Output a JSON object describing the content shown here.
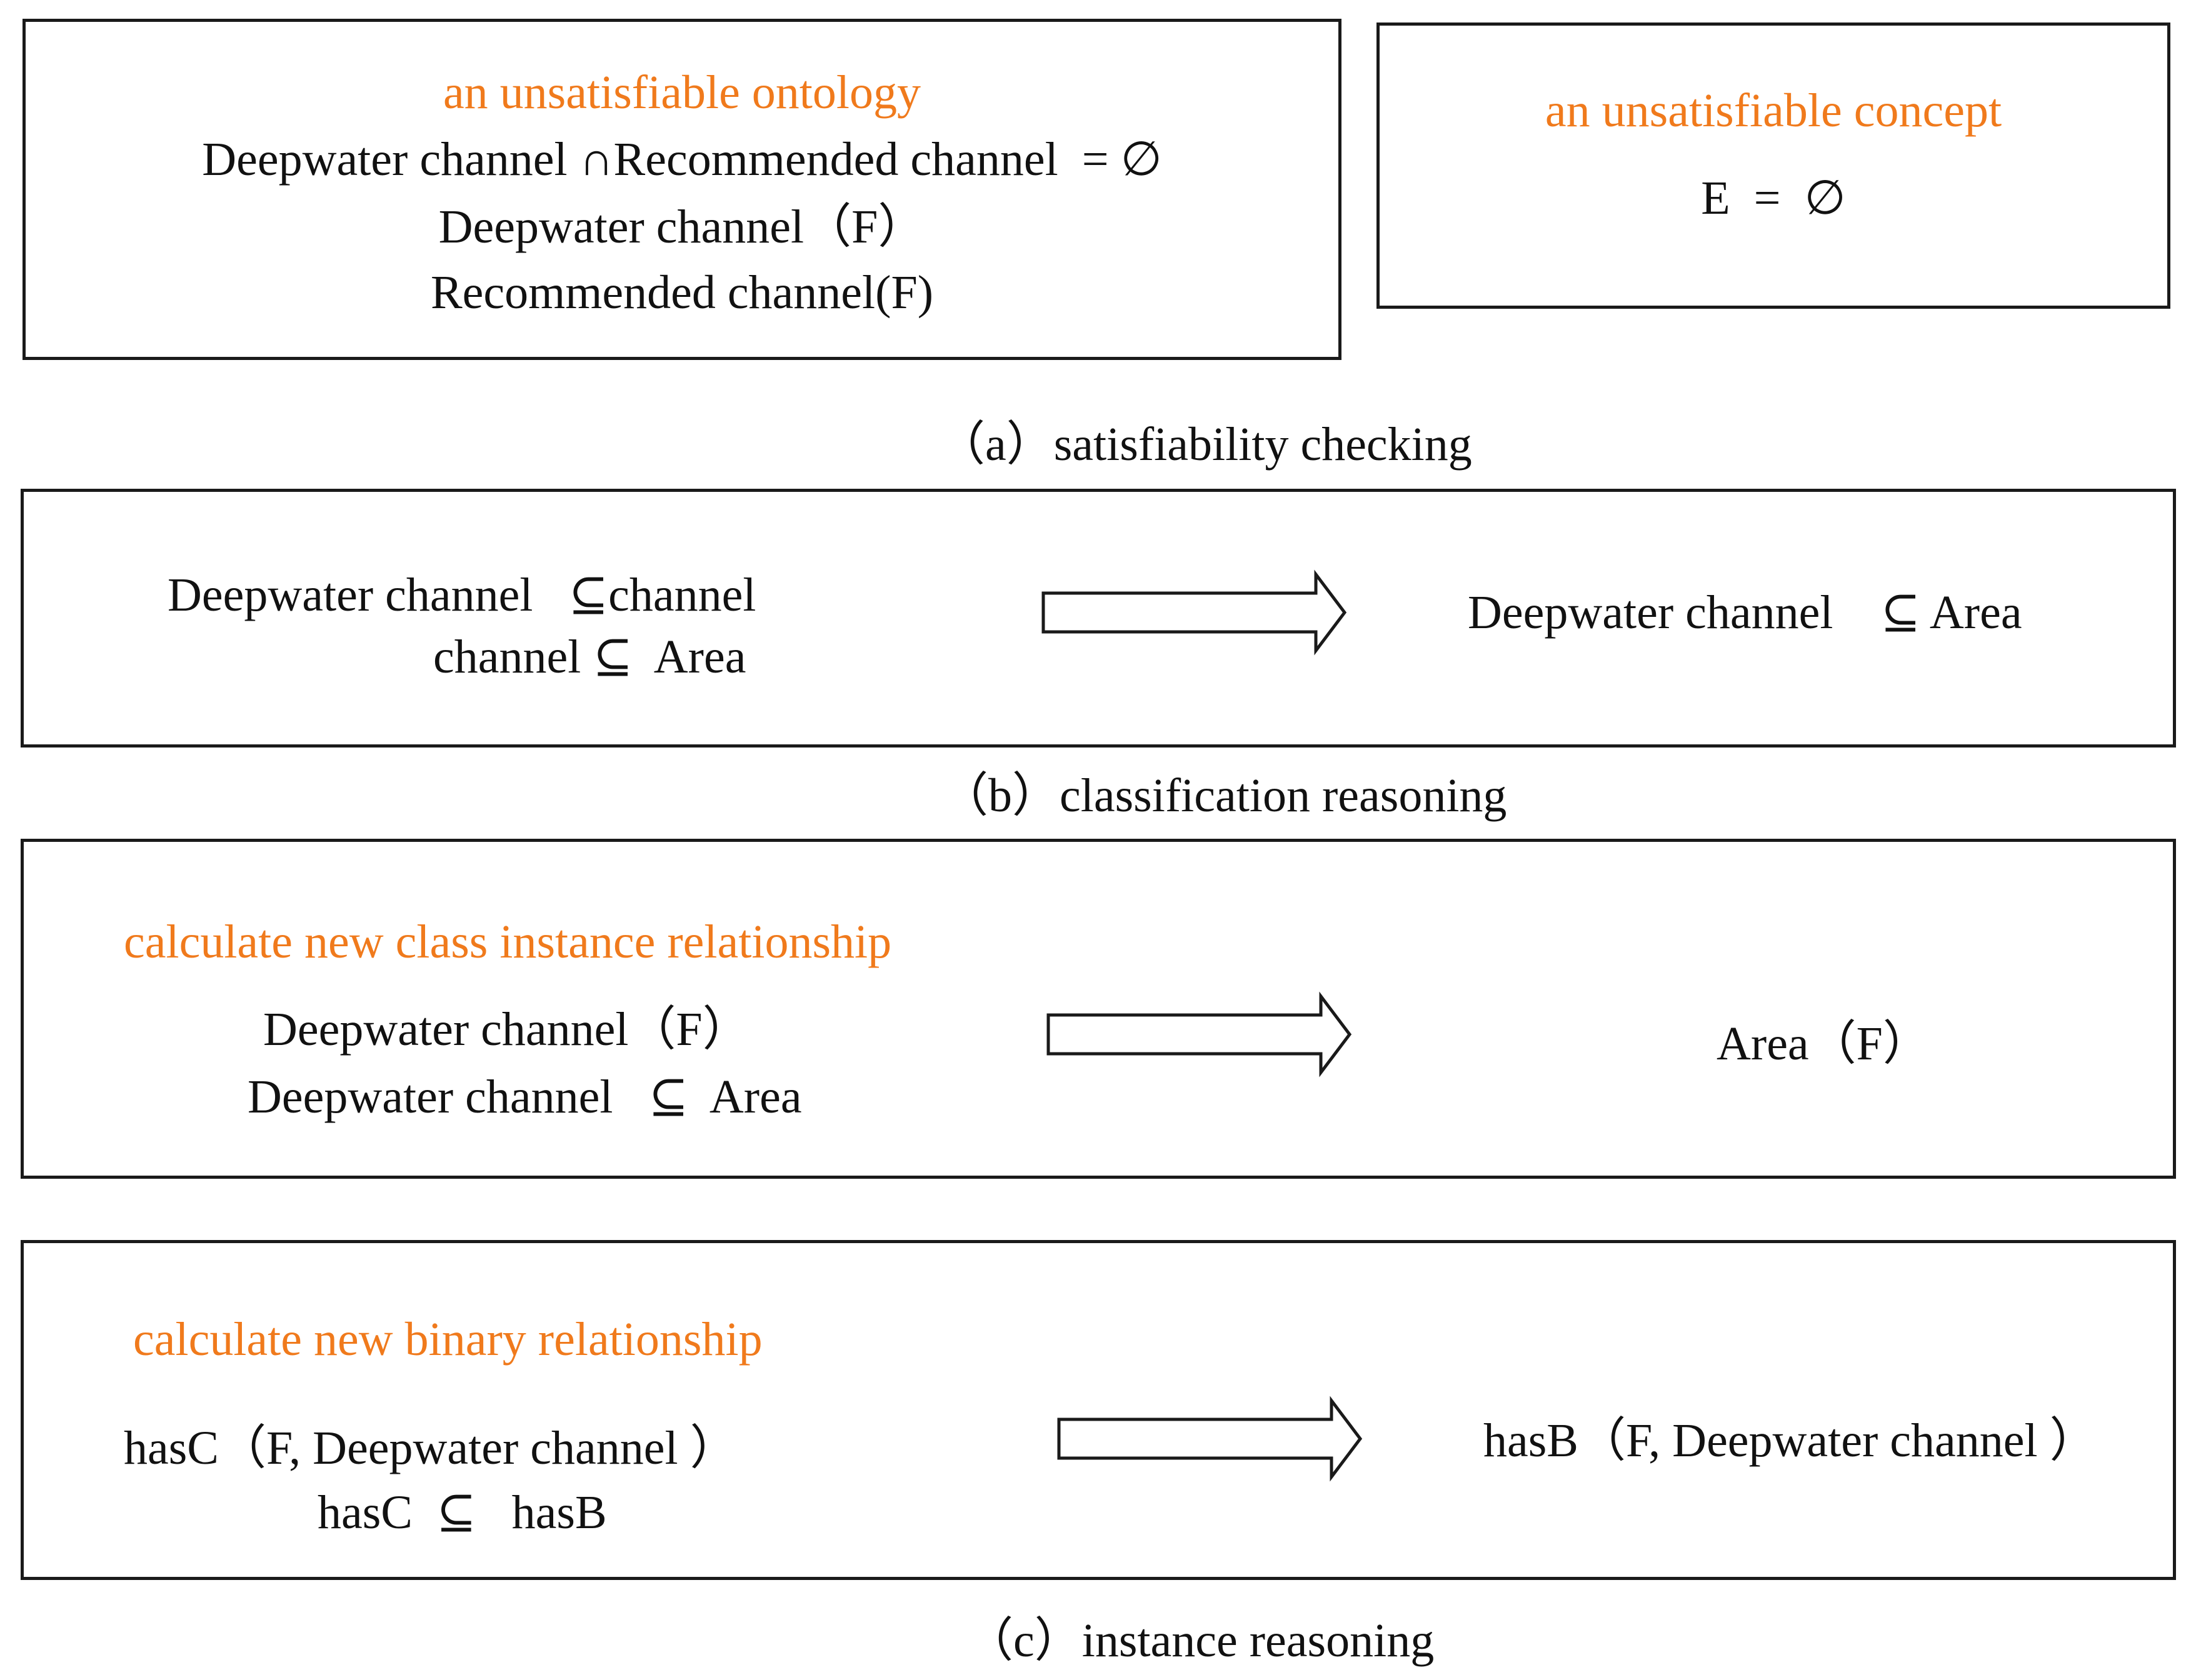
{
  "colors": {
    "accent": "#f07a1c",
    "text": "#111111",
    "border": "#1a1a1a"
  },
  "panel_a": {
    "ontology_title": "an unsatisfiable ontology",
    "ontology_lines": [
      "Deepwater channel ∩Recommended channel  = ∅",
      "Deepwater channel（F）",
      "Recommended channel(F)"
    ],
    "concept_title": "an unsatisfiable concept",
    "concept_line": "E  =  ∅",
    "caption": "（a）satisfiability checking"
  },
  "panel_b": {
    "premises": [
      "Deepwater channel   ⊆channel",
      "channel ⊆  Area"
    ],
    "conclusion": "Deepwater channel    ⊆ Area",
    "caption": "（b）classification reasoning"
  },
  "panel_c1": {
    "title": "calculate new class instance relationship",
    "premises": [
      "Deepwater channel（F）",
      "Deepwater channel   ⊆  Area"
    ],
    "conclusion": "Area（F）"
  },
  "panel_c2": {
    "title": "calculate new binary relationship",
    "premises": [
      "hasC（F, Deepwater channel ）",
      "hasC  ⊆   hasB"
    ],
    "conclusion": "hasB（F, Deepwater channel ）",
    "caption": "（c）instance reasoning"
  }
}
